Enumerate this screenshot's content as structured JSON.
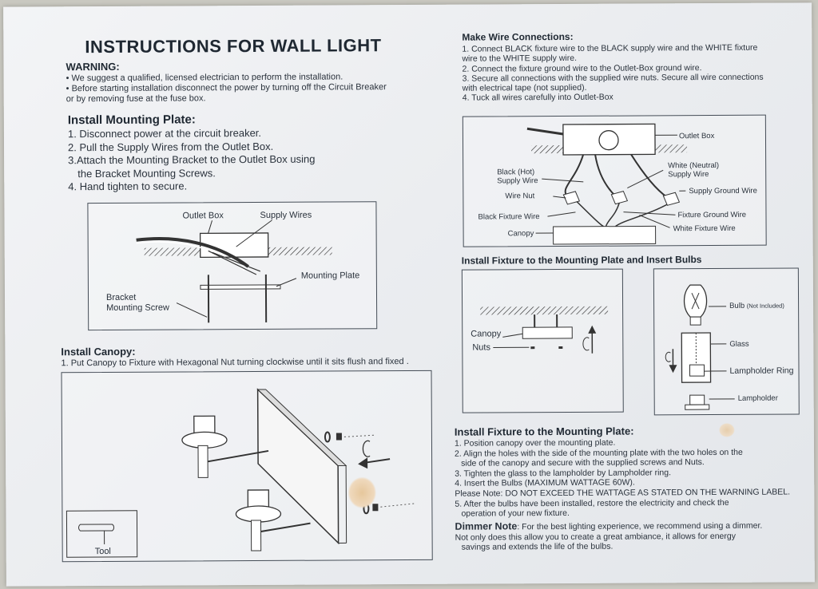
{
  "title": "INSTRUCTIONS FOR WALL LIGHT",
  "warning": {
    "heading": "WARNING:",
    "lines": [
      "• We suggest a qualified, licensed electrician to perform the installation.",
      "• Before starting installation disconnect the power by turning off the Circuit Breaker",
      "or by removing fuse at the fuse box."
    ]
  },
  "mounting_plate": {
    "heading": "Install Mounting Plate:",
    "steps": [
      "1. Disconnect power at the circuit breaker.",
      "2. Pull the Supply Wires from the Outlet Box.",
      "3.Attach the  Mounting Bracket to the Outlet Box using",
      "   the Bracket Mounting Screws.",
      "4. Hand tighten to secure."
    ],
    "diagram": {
      "outlet_box": "Outlet Box",
      "supply_wires": "Supply Wires",
      "mounting_plate": "Mounting Plate",
      "bracket_line1": "Bracket",
      "bracket_line2": "Mounting Screw"
    }
  },
  "canopy": {
    "heading": "Install Canopy:",
    "step": "1. Put Canopy to Fixture with Hexagonal Nut  turning clockwise until it sits flush and  fixed .",
    "tool": "Tool"
  },
  "wire": {
    "heading": "Make Wire Connections:",
    "steps": [
      "1. Connect BLACK fixture wire to the BLACK supply wire and the WHITE fixture",
      "wire to the WHITE supply wire.",
      "2. Connect the fixture ground wire to the Outlet-Box ground wire.",
      "3. Secure all connections with the supplied wire nuts. Secure all wire connections",
      "with electrical tape (not supplied).",
      "4.  Tuck all wires carefully into Outlet-Box"
    ],
    "diagram": {
      "outlet_box": "Outlet Box",
      "black_hot_1": "Black (Hot)",
      "black_hot_2": "Supply Wire",
      "white_neutral_1": "White (Neutral)",
      "white_neutral_2": "Supply Wire",
      "wire_nut": "Wire Nut",
      "supply_ground": "Supply Ground Wire",
      "black_fixture": "Black Fixture Wire",
      "fixture_ground": "Fixture Ground Wire",
      "white_fixture": "White Fixture Wire",
      "canopy": "Canopy"
    }
  },
  "bulbs": {
    "heading": "Install Fixture to the Mounting Plate and Insert Bulbs",
    "canopy": "Canopy",
    "nuts": "Nuts",
    "bulb": "Bulb",
    "bulb_note": "(Not Included)",
    "glass": "Glass",
    "lampholder_ring": "Lampholder Ring",
    "lampholder": "Lampholder"
  },
  "fixture": {
    "heading": "Install Fixture to the Mounting Plate:",
    "steps": [
      "1. Position canopy over the mounting plate.",
      "2. Align the holes with the side of the mounting plate with the two holes on the",
      "side of the canopy and secure with the supplied screws and Nuts.",
      "3. Tighten the glass to the lampholder by Lampholder ring.",
      "4. Insert the Bulbs (MAXIMUM WATTAGE 60W).",
      "Please Note: DO NOT EXCEED THE WATTAGE AS STATED ON THE WARNING LABEL.",
      "5.  After the bulbs have been installed, restore the electricity and check the",
      "operation of your new fixture."
    ],
    "dimmer_heading": "Dimmer Note",
    "dimmer_lines": [
      ": For the best lighting experience, we recommend using a dimmer.",
      "Not only does this allow you to create a great ambiance, it allows for energy",
      "savings and extends the life of the bulbs."
    ]
  }
}
